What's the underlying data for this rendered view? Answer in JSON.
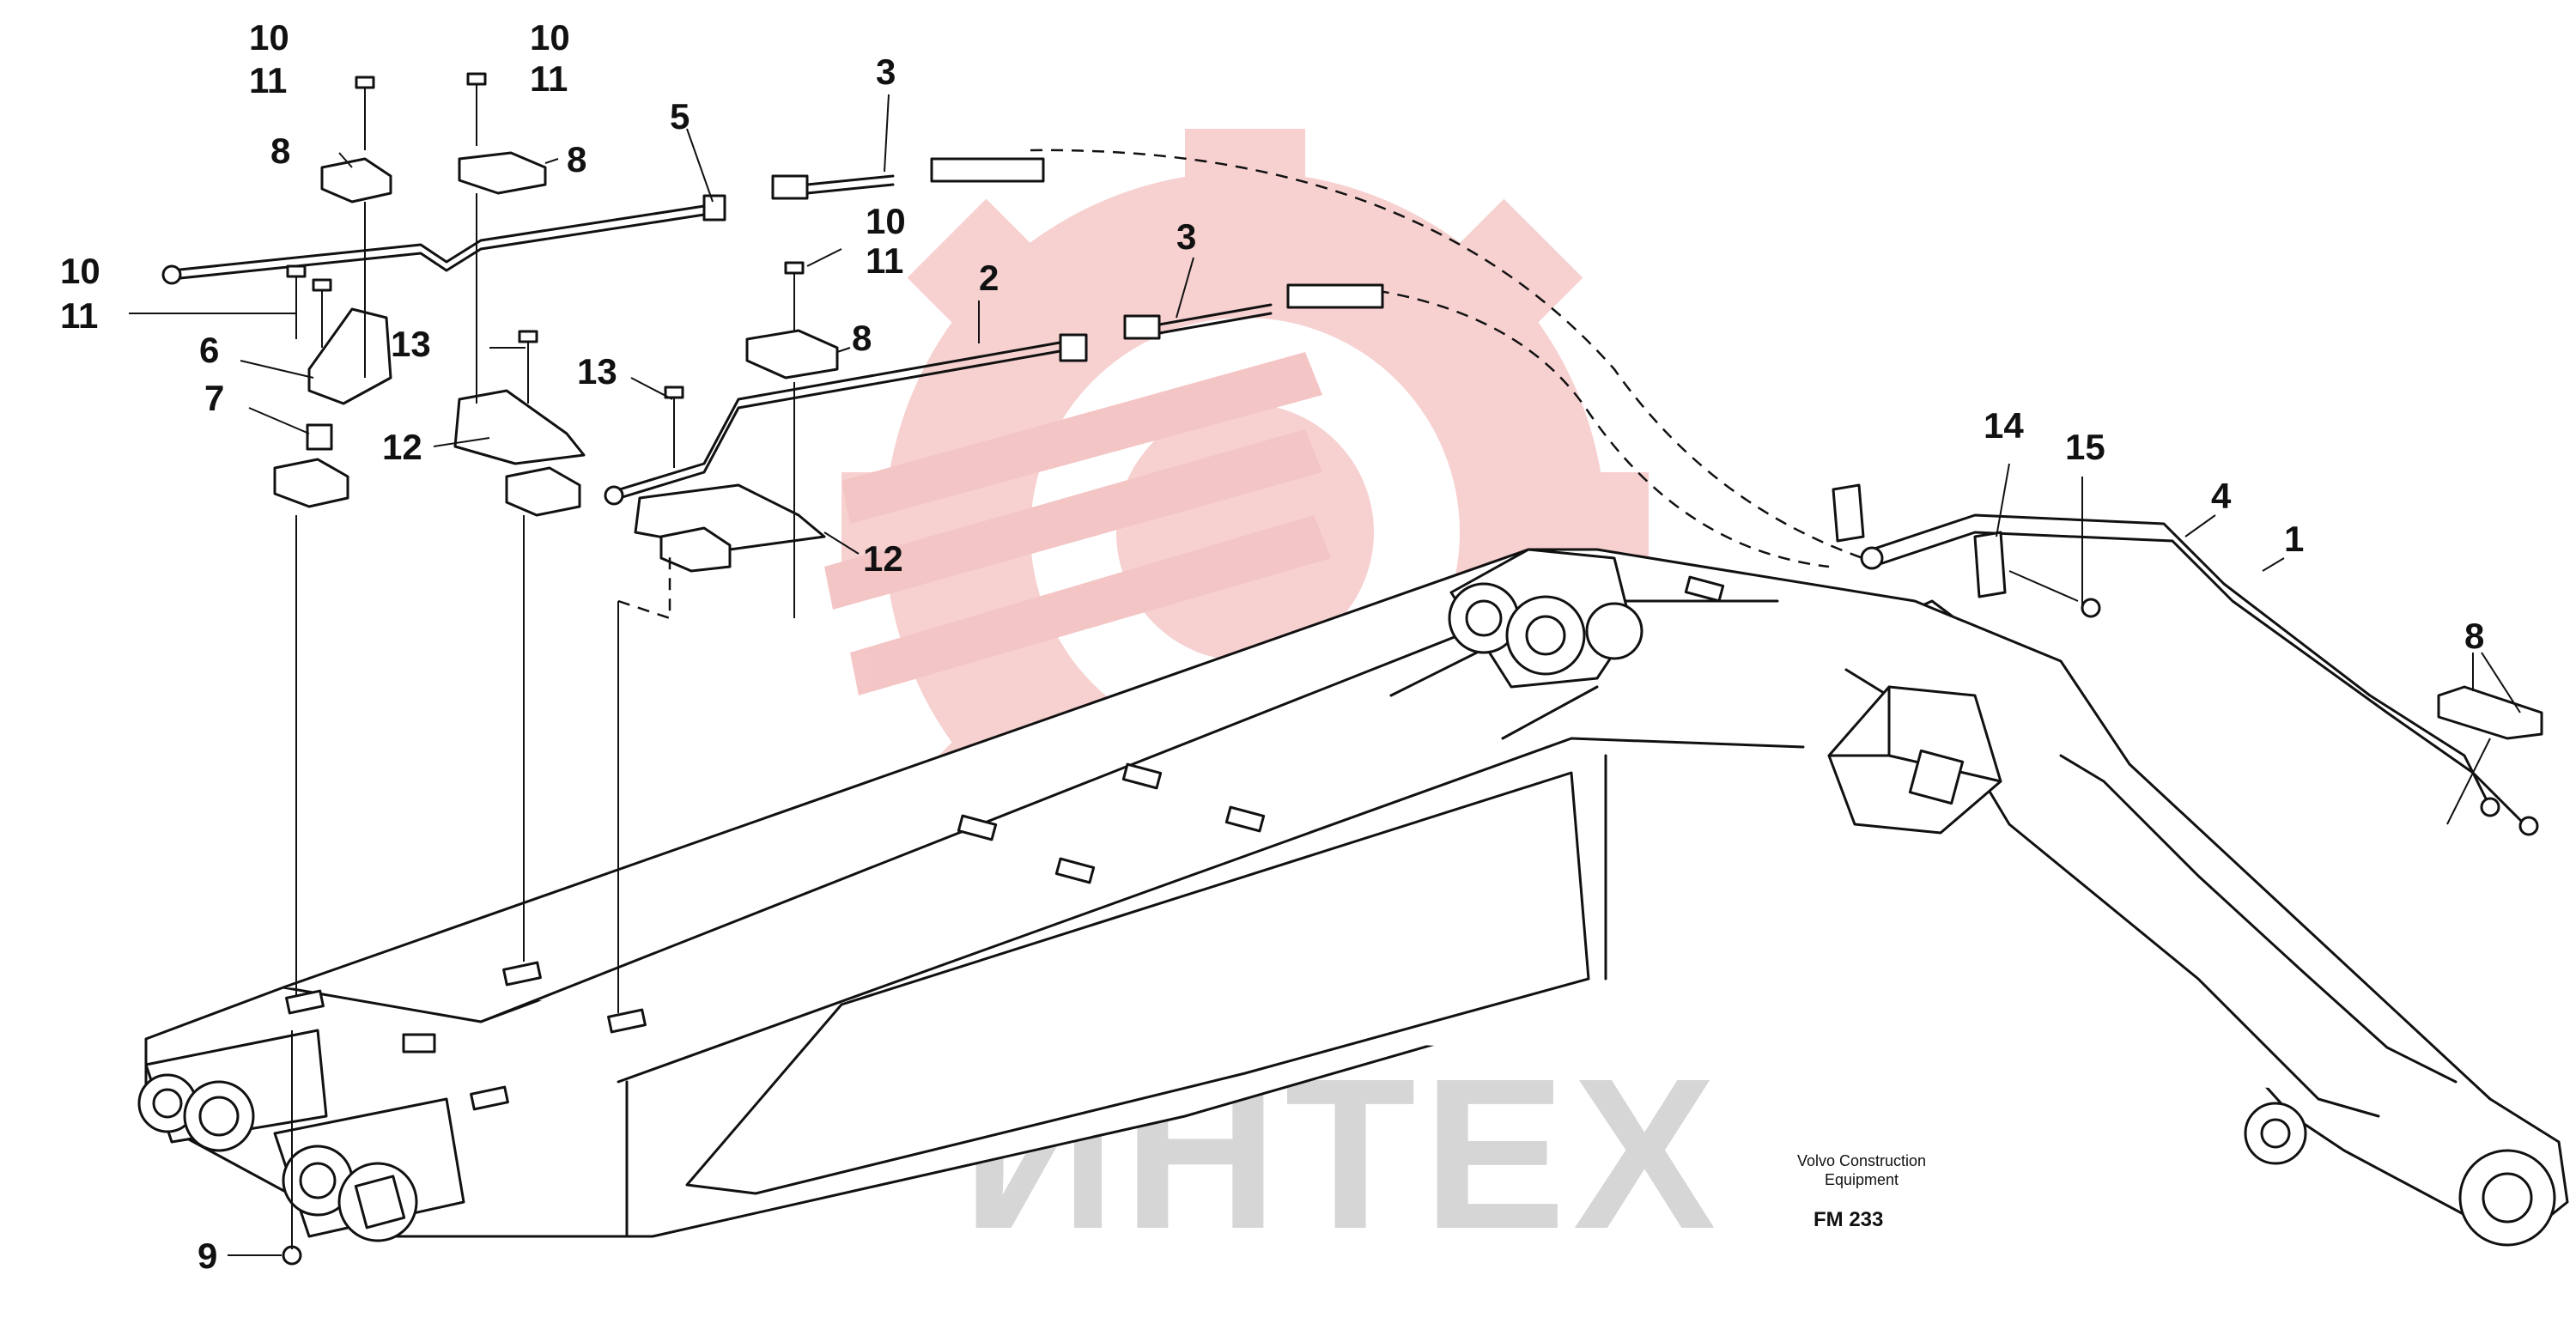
{
  "watermark": {
    "text": "ИНТЕХ",
    "logo_color": "#f3bcbc",
    "text_color": "#d6d6d6"
  },
  "caption": {
    "company_line1": "Volvo Construction",
    "company_line2": "Equipment",
    "figure_code": "FM 233"
  },
  "part_labels": {
    "p1": "1",
    "p2": "2",
    "p3a": "3",
    "p3b": "3",
    "p4": "4",
    "p5": "5",
    "p6": "6",
    "p7": "7",
    "p8a": "8",
    "p8b": "8",
    "p8c": "8",
    "p8d": "8",
    "p9": "9",
    "p10a": "10",
    "p10b": "10",
    "p10c": "10",
    "p10d": "10",
    "p11a": "11",
    "p11b": "11",
    "p11c": "11",
    "p11d": "11",
    "p12a": "12",
    "p12b": "12",
    "p13a": "13",
    "p13b": "13",
    "p14": "14",
    "p15": "15"
  }
}
